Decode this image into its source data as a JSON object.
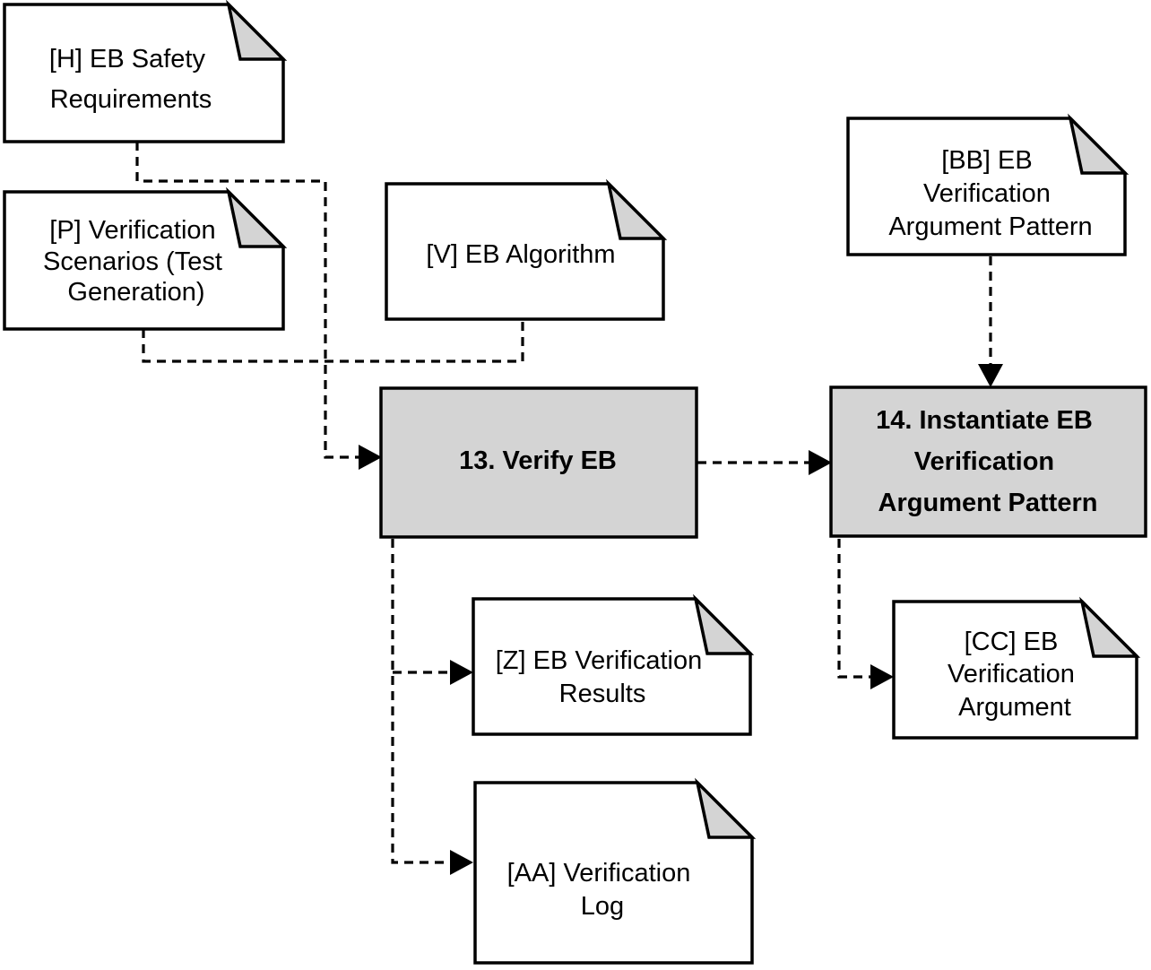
{
  "documents": [
    {
      "id": "H",
      "lines": [
        "[H] EB Safety",
        "Requirements"
      ]
    },
    {
      "id": "P",
      "lines": [
        "[P] Verification",
        "Scenarios (Test",
        "Generation)"
      ]
    },
    {
      "id": "V",
      "lines": [
        "[V] EB Algorithm"
      ]
    },
    {
      "id": "BB",
      "lines": [
        "[BB] EB",
        "Verification",
        "Argument Pattern"
      ]
    },
    {
      "id": "Z",
      "lines": [
        "[Z] EB Verification",
        "Results"
      ]
    },
    {
      "id": "AA",
      "lines": [
        "[AA] Verification",
        "Log"
      ]
    },
    {
      "id": "CC",
      "lines": [
        "[CC] EB",
        "Verification",
        "Argument"
      ]
    }
  ],
  "processes": [
    {
      "id": "13",
      "lines": [
        "13. Verify EB"
      ]
    },
    {
      "id": "14",
      "lines": [
        "14. Instantiate EB",
        "Verification",
        "Argument Pattern"
      ]
    }
  ],
  "colors": {
    "process_fill": "#d4d4d4",
    "fold_fill": "#d4d4d4",
    "stroke": "#000000",
    "background": "#ffffff"
  }
}
